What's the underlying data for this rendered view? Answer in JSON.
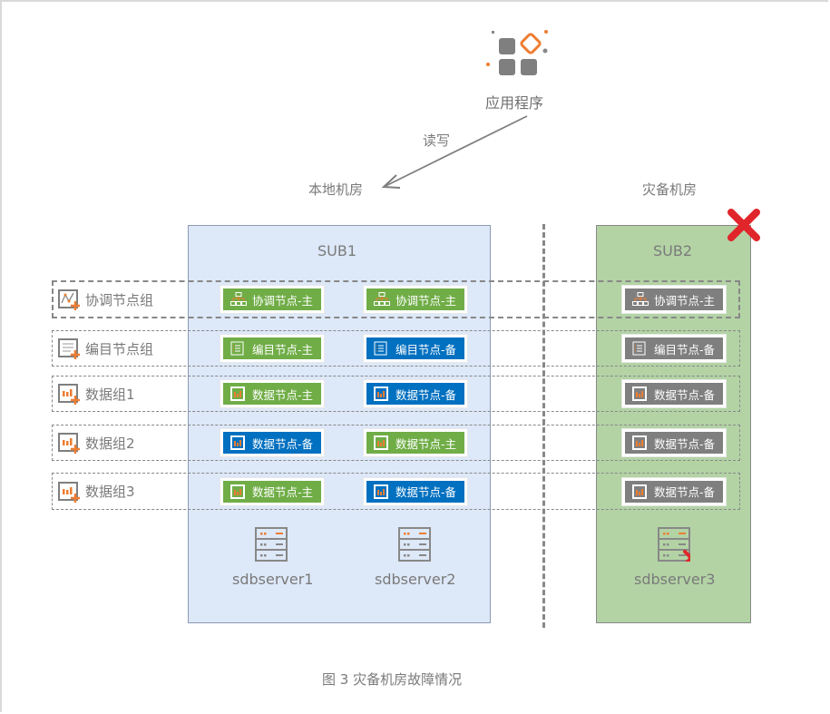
{
  "app": {
    "label": "应用程序",
    "icon": "application-icon"
  },
  "arrow": {
    "label": "读写",
    "icon": "arrow-icon"
  },
  "sites": {
    "local": {
      "label": "本地机房",
      "sub": "SUB1"
    },
    "dr": {
      "label": "灾备机房",
      "sub": "SUB2",
      "status": "failed"
    }
  },
  "colors": {
    "primary": "#70ad47",
    "standby": "#0070c0",
    "offline": "#7f7f7f",
    "accent": "#ed7d31",
    "failure": "#e0262b",
    "sub1_bg": "#dde8f8",
    "sub2_bg": "#b3d3a5"
  },
  "groups": [
    {
      "label": "协调节点组",
      "icon": "coord-group-icon",
      "nodes": [
        {
          "label": "协调节点-主",
          "type": "green",
          "icon": "hierarchy-icon"
        },
        {
          "label": "协调节点-主",
          "type": "green",
          "icon": "hierarchy-icon"
        },
        {
          "label": "协调节点-主",
          "type": "gray",
          "icon": "hierarchy-icon"
        }
      ]
    },
    {
      "label": "编目节点组",
      "icon": "catalog-group-icon",
      "nodes": [
        {
          "label": "编目节点-主",
          "type": "green",
          "icon": "list-icon"
        },
        {
          "label": "编目节点-备",
          "type": "blue",
          "icon": "list-icon"
        },
        {
          "label": "编目节点-备",
          "type": "gray",
          "icon": "list-icon"
        }
      ]
    },
    {
      "label": "数据组1",
      "icon": "data-group-icon",
      "nodes": [
        {
          "label": "数据节点-主",
          "type": "green",
          "icon": "bar-icon"
        },
        {
          "label": "数据节点-备",
          "type": "blue",
          "icon": "bar-icon"
        },
        {
          "label": "数据节点-备",
          "type": "gray",
          "icon": "bar-icon"
        }
      ]
    },
    {
      "label": "数据组2",
      "icon": "data-group-icon",
      "nodes": [
        {
          "label": "数据节点-备",
          "type": "blue",
          "icon": "bar-icon"
        },
        {
          "label": "数据节点-主",
          "type": "green",
          "icon": "bar-icon"
        },
        {
          "label": "数据节点-备",
          "type": "gray",
          "icon": "bar-icon"
        }
      ]
    },
    {
      "label": "数据组3",
      "icon": "data-group-icon",
      "nodes": [
        {
          "label": "数据节点-主",
          "type": "green",
          "icon": "bar-icon"
        },
        {
          "label": "数据节点-备",
          "type": "blue",
          "icon": "bar-icon"
        },
        {
          "label": "数据节点-备",
          "type": "gray",
          "icon": "bar-icon"
        }
      ]
    }
  ],
  "servers": [
    {
      "label": "sdbserver1",
      "failed": false
    },
    {
      "label": "sdbserver2",
      "failed": false
    },
    {
      "label": "sdbserver3",
      "failed": true
    }
  ],
  "caption": "图 3  灾备机房故障情况"
}
